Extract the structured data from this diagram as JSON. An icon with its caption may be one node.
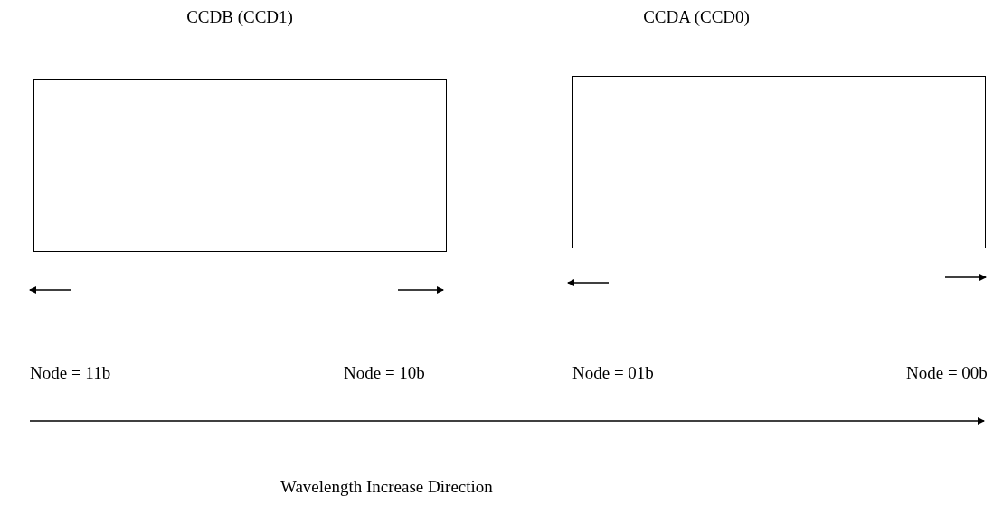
{
  "diagram": {
    "nodes": [
      {
        "text": [
          "CCDB (CCD1)"
        ]
      },
      {
        "text": [
          "CCDA (CCD0)"
        ]
      }
    ],
    "edges": [],
    "labels": [
      "Node = 11b",
      "Node = 10b",
      "Node = 01b",
      "Node = 00b",
      "Wavelength Increase Direction"
    ]
  }
}
